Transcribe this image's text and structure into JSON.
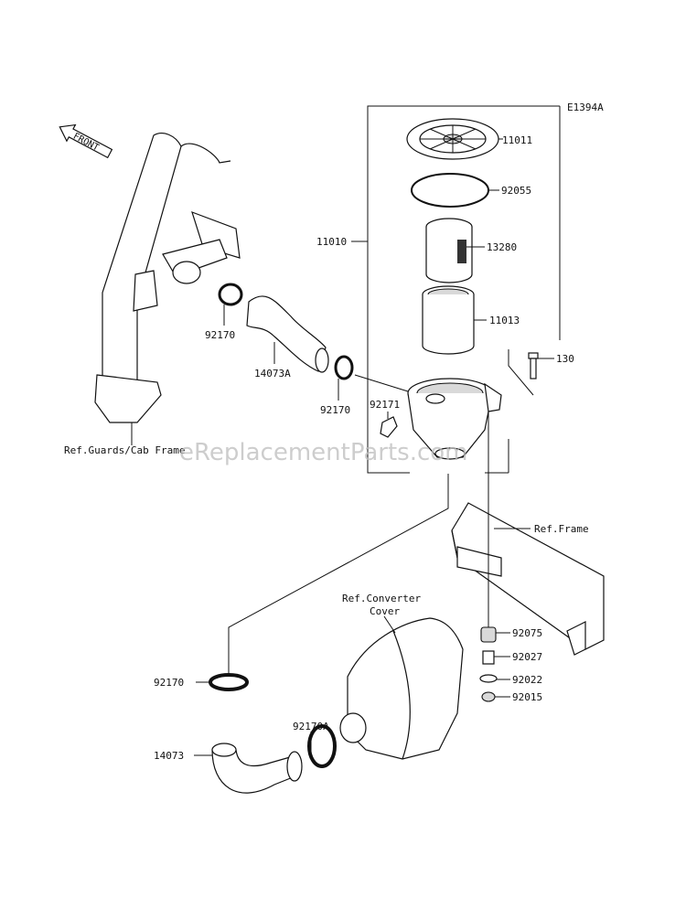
{
  "diagram_code": "E1394A",
  "front_label": "FRONT",
  "watermark": "eReplacementParts.com",
  "parts": {
    "p11010": "11010",
    "p11011": "11011",
    "p92055": "92055",
    "p13280": "13280",
    "p11013": "11013",
    "p130": "130",
    "p92171": "92171",
    "p92170_a": "92170",
    "p92170_b": "92170",
    "p92170_c": "92170",
    "p14073A": "14073A",
    "p92170A": "92170A",
    "p14073": "14073",
    "p92075": "92075",
    "p92027": "92027",
    "p92022": "92022",
    "p92015": "92015"
  },
  "refs": {
    "guards": "Ref.Guards/Cab Frame",
    "frame": "Ref.Frame",
    "converter_line1": "Ref.Converter",
    "converter_line2": "Cover"
  },
  "colors": {
    "line": "#111111",
    "shade": "#d9d9d9",
    "watermark": "#bdbdbd"
  }
}
